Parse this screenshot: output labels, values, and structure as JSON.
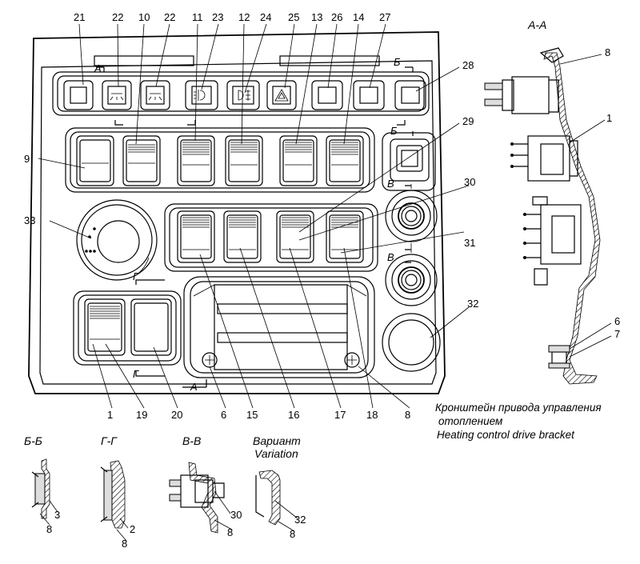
{
  "callouts": {
    "top": [
      "21",
      "22",
      "10",
      "22",
      "11",
      "23",
      "12",
      "24",
      "25",
      "13",
      "26",
      "14",
      "27"
    ],
    "bottom": [
      "1",
      "19",
      "20",
      "6",
      "15",
      "16",
      "17",
      "18",
      "8"
    ],
    "left": [
      "9",
      "33"
    ],
    "right": [
      "28",
      "29",
      "30",
      "31",
      "32"
    ],
    "section_aa": [
      "8",
      "1",
      "6",
      "7"
    ],
    "section_bb": [
      "3",
      "8"
    ],
    "section_gg": [
      "2",
      "8"
    ],
    "section_vv": [
      "30",
      "8"
    ],
    "variation": [
      "32",
      "8"
    ]
  },
  "markers": {
    "a": "А",
    "b": "Б",
    "v": "В",
    "g": "Г"
  },
  "sections": {
    "aa": "А-А",
    "bb": "Б-Б",
    "gg": "Г-Г",
    "vv": "В-В",
    "variant_ru": "Вариант",
    "variant_en": "Variation"
  },
  "caption": {
    "ru_line1": "Кронштейн привода управления",
    "ru_line2": "отоплением",
    "en": "Heating control drive bracket"
  }
}
